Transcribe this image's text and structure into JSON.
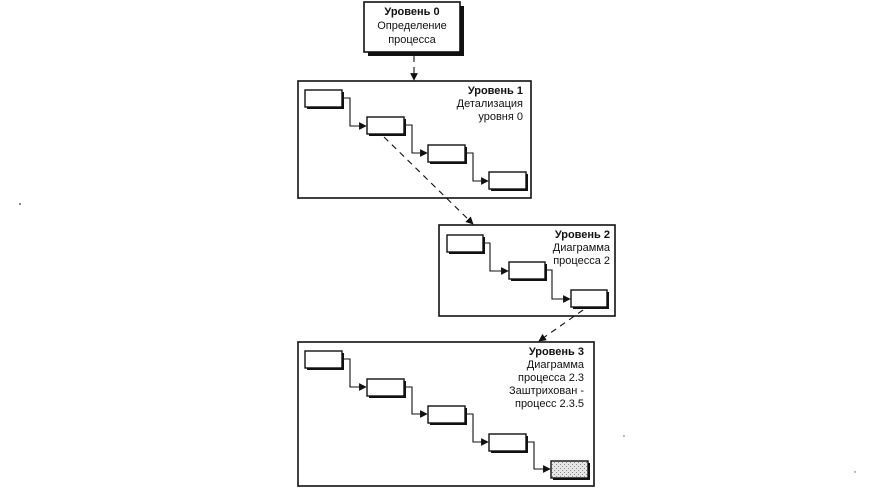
{
  "level0": {
    "title": "Уровень 0",
    "line2": "Определение",
    "line3": "процесса"
  },
  "level1": {
    "title": "Уровень 1",
    "line2": "Детализация",
    "line3": "уровня 0"
  },
  "level2": {
    "title": "Уровень 2",
    "line2": "Диаграмма",
    "line3": "процесса 2"
  },
  "level3": {
    "title": "Уровень 3",
    "line2": "Диаграмма",
    "line3": "процесса 2.3",
    "line4": "Заштрихован -",
    "line5": "процесс 2.3.5"
  }
}
